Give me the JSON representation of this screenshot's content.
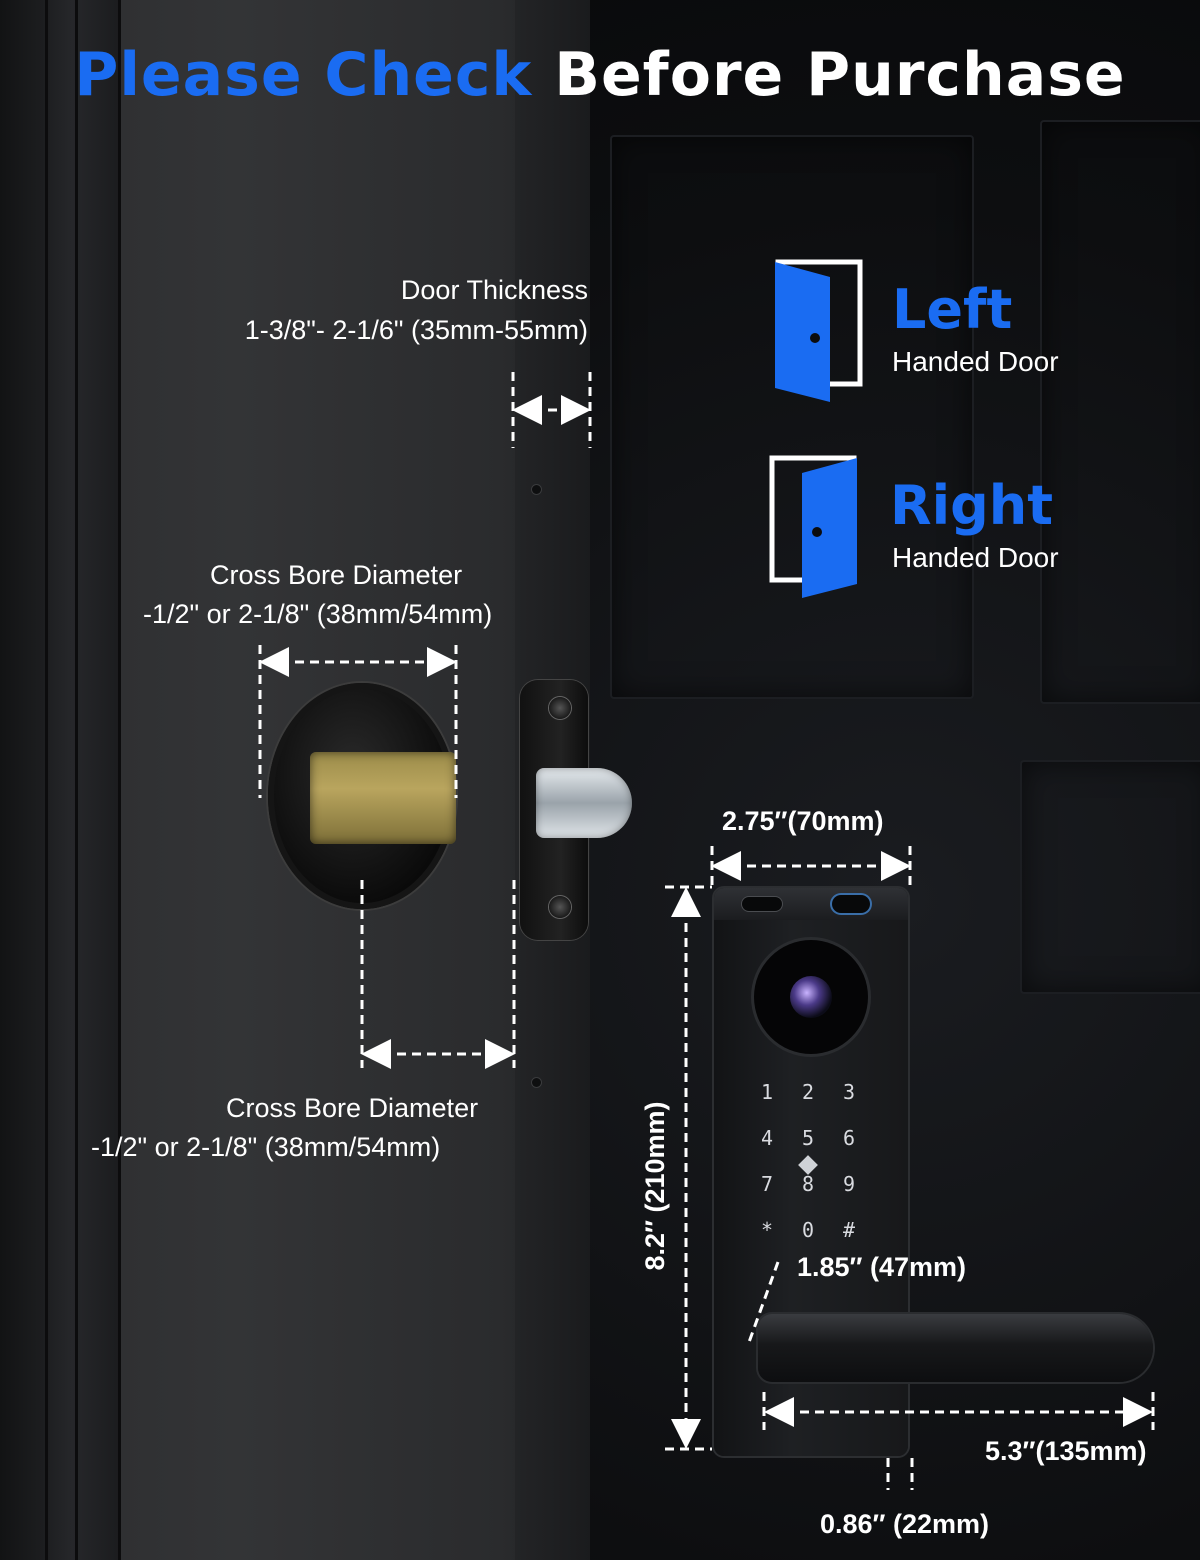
{
  "title": {
    "highlight": "Please Check",
    "rest": "Before Purchase"
  },
  "colors": {
    "accent": "#1a6cf2",
    "text": "#ffffff",
    "background": "#0b0c0e"
  },
  "door_thickness": {
    "label": "Door Thickness",
    "value": "1-3/8\"- 2-1/6\" (35mm-55mm)"
  },
  "cross_bore_top": {
    "label": "Cross Bore Diameter",
    "value": "-1/2\" or 2-1/8\" (38mm/54mm)"
  },
  "cross_bore_bottom": {
    "label": "Cross Bore Diameter",
    "value": "-1/2\" or 2-1/8\" (38mm/54mm)"
  },
  "handedness": [
    {
      "title": "Left",
      "subtitle": "Handed Door",
      "icon": "left-door-icon"
    },
    {
      "title": "Right",
      "subtitle": "Handed Door",
      "icon": "right-door-icon"
    }
  ],
  "lock_dimensions": {
    "width": "2.75″(70mm)",
    "height": "8.2″ (210mm)",
    "handle_gap": "1.85″ (47mm)",
    "handle_length": "5.3″(135mm)",
    "depth": "0.86″ (22mm)"
  },
  "keypad": [
    "1",
    "2",
    "3",
    "4",
    "5",
    "6",
    "7",
    "8",
    "9",
    "*",
    "0",
    "#"
  ]
}
